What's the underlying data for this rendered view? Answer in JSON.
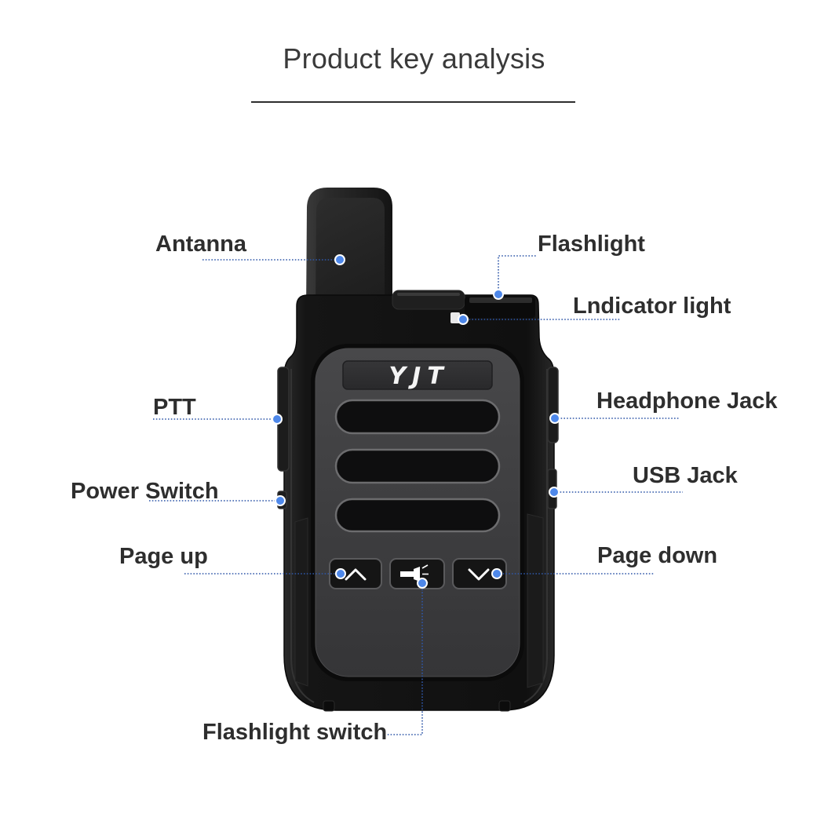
{
  "title": "Product key analysis",
  "device": {
    "brand": "YJT"
  },
  "labels": {
    "antenna": "Antanna",
    "flashlight": "Flashlight",
    "indicator_light": "Lndicator light",
    "ptt": "PTT",
    "headphone_jack": "Headphone Jack",
    "power_switch": "Power Switch",
    "usb_jack": "USB Jack",
    "page_up": "Page up",
    "page_down": "Page down",
    "flashlight_switch": "Flashlight switch"
  },
  "icons": {
    "page_up_button": "chevron-up-icon",
    "flashlight_button": "flashlight-icon",
    "page_down_button": "chevron-down-icon",
    "pointer": "dot-icon"
  },
  "colors": {
    "leader_line": "#2f57a8",
    "pointer_dot": "#4e88ea",
    "device_body": "#141414",
    "face_panel": "#3f3f41",
    "text": "#2e2e2e"
  }
}
